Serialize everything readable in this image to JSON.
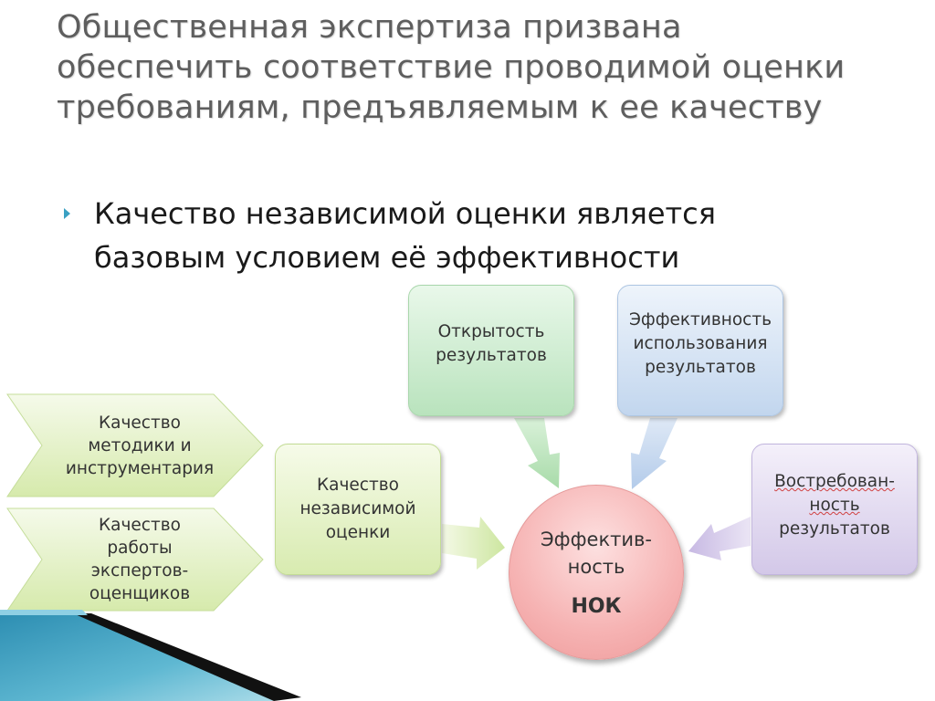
{
  "slide": {
    "title": "Общественная экспертиза призвана обеспечить соответствие проводимой оценки требованиям, предъявляемым к ее качеству",
    "bullet": "Качество независимой оценки является базовым условием её эффективности"
  },
  "diagram": {
    "inputs": [
      {
        "label": "Качество\nметодики и\nинструментария"
      },
      {
        "label": "Качество\nработы\nэкспертов-\nоценщиков"
      }
    ],
    "boxes": {
      "quality": "Качество\nнезависимой\nоценки",
      "openness": "Открытость\nрезультатов",
      "usage": "Эффективность\nиспользования\nрезультатов",
      "demand_line1": "Востребован-",
      "demand_line2": "ность",
      "demand_line3": "результатов"
    },
    "center": {
      "label": "Эффектив-\nность",
      "sublabel": "НОК"
    }
  },
  "colors": {
    "bullet_accent": "#3aa1c3",
    "green": "#d8ebb0",
    "mint": "#b9e3bd",
    "blue": "#c2d6ee",
    "purple": "#d3c8e8",
    "center": "#f6b3b3"
  }
}
